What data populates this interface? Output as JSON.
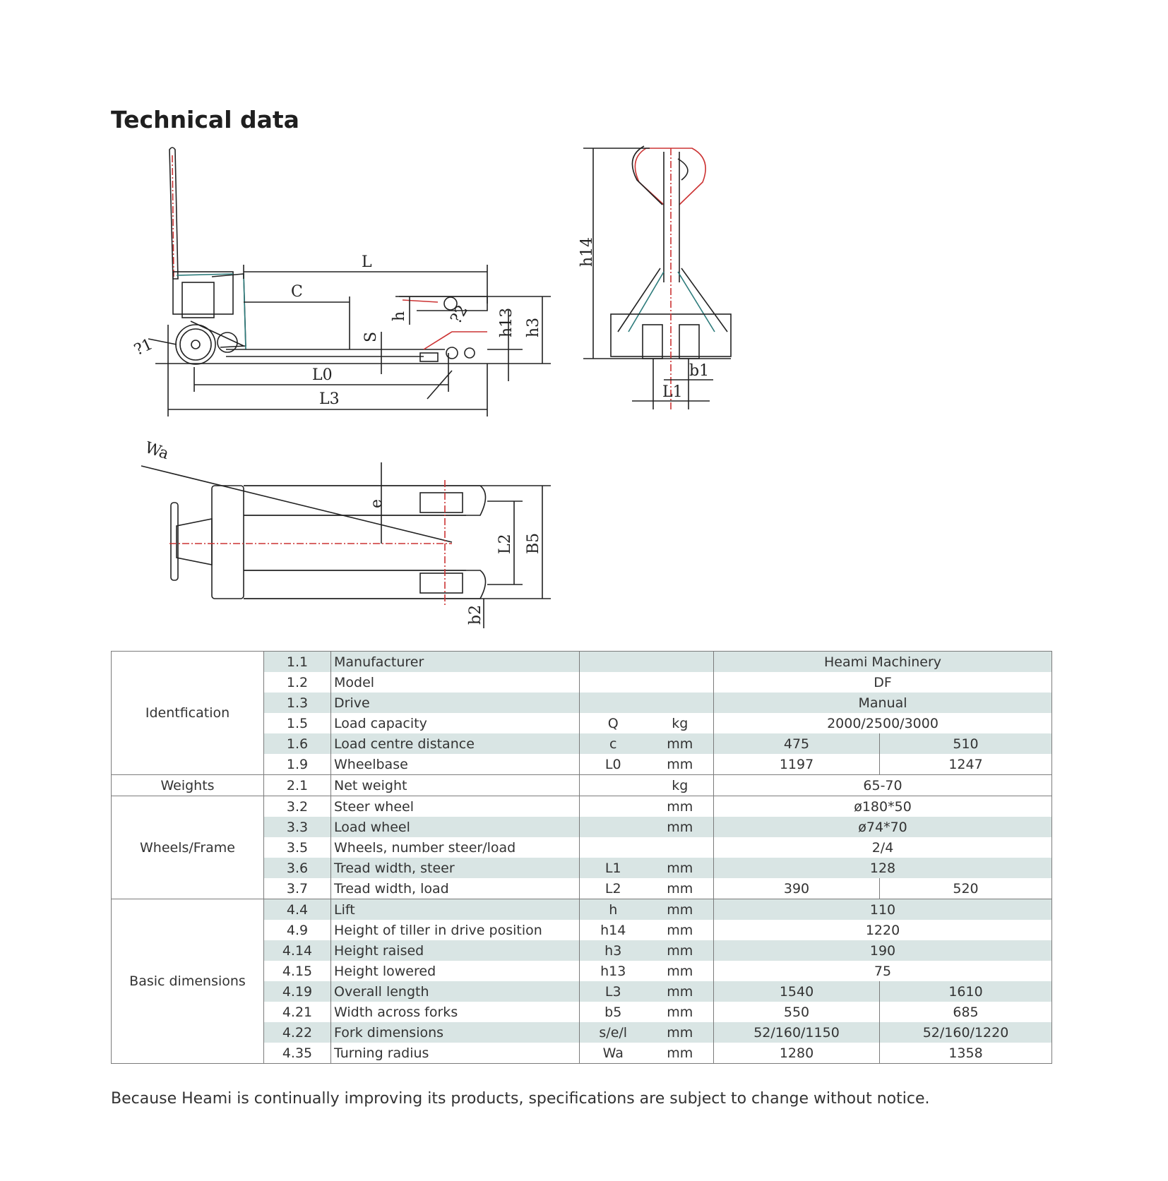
{
  "title": "Technical data",
  "diagram_labels": {
    "side": [
      "L",
      "C",
      "?1",
      "S",
      "h",
      "?2",
      "h13",
      "h3",
      "L0",
      "L3"
    ],
    "front": [
      "h14",
      "b1",
      "L1"
    ],
    "top": [
      "Wa",
      "e",
      "L2",
      "B5",
      "b2"
    ]
  },
  "groups": [
    "Identfication",
    "Weights",
    "Wheels/Frame",
    "Basic dimensions"
  ],
  "rows": [
    {
      "no": "1.1",
      "param": "Manufacturer",
      "sym": "",
      "unit": "",
      "v1": "Heami Machinery",
      "v2": ""
    },
    {
      "no": "1.2",
      "param": "Model",
      "sym": "",
      "unit": "",
      "v1": "DF",
      "v2": ""
    },
    {
      "no": "1.3",
      "param": "Drive",
      "sym": "",
      "unit": "",
      "v1": "Manual",
      "v2": ""
    },
    {
      "no": "1.5",
      "param": "Load capacity",
      "sym": "Q",
      "unit": "kg",
      "v1": "2000/2500/3000",
      "v2": ""
    },
    {
      "no": "1.6",
      "param": "Load centre distance",
      "sym": "c",
      "unit": "mm",
      "v1": "475",
      "v2": "510"
    },
    {
      "no": "1.9",
      "param": "Wheelbase",
      "sym": "L0",
      "unit": "mm",
      "v1": "1197",
      "v2": "1247"
    },
    {
      "no": "2.1",
      "param": "Net weight",
      "sym": "",
      "unit": "kg",
      "v1": "65-70",
      "v2": ""
    },
    {
      "no": "3.2",
      "param": "Steer wheel",
      "sym": "",
      "unit": "mm",
      "v1": "ø180*50",
      "v2": ""
    },
    {
      "no": "3.3",
      "param": "Load wheel",
      "sym": "",
      "unit": "mm",
      "v1": "ø74*70",
      "v2": ""
    },
    {
      "no": "3.5",
      "param": "Wheels, number steer/load",
      "sym": "",
      "unit": "",
      "v1": "2/4",
      "v2": ""
    },
    {
      "no": "3.6",
      "param": "Tread width, steer",
      "sym": "L1",
      "unit": "mm",
      "v1": "128",
      "v2": ""
    },
    {
      "no": "3.7",
      "param": "Tread width, load",
      "sym": "L2",
      "unit": "mm",
      "v1": "390",
      "v2": "520"
    },
    {
      "no": "4.4",
      "param": "Lift",
      "sym": "h",
      "unit": "mm",
      "v1": "110",
      "v2": ""
    },
    {
      "no": "4.9",
      "param": "Height of tiller in drive position",
      "sym": "h14",
      "unit": "mm",
      "v1": "1220",
      "v2": ""
    },
    {
      "no": "4.14",
      "param": "Height raised",
      "sym": "h3",
      "unit": "mm",
      "v1": "190",
      "v2": ""
    },
    {
      "no": "4.15",
      "param": "Height lowered",
      "sym": "h13",
      "unit": "mm",
      "v1": "75",
      "v2": ""
    },
    {
      "no": "4.19",
      "param": "Overall length",
      "sym": "L3",
      "unit": "mm",
      "v1": "1540",
      "v2": "1610"
    },
    {
      "no": "4.21",
      "param": "Width across forks",
      "sym": "b5",
      "unit": "mm",
      "v1": "550",
      "v2": "685"
    },
    {
      "no": "4.22",
      "param": "Fork dimensions",
      "sym": "s/e/l",
      "unit": "mm",
      "v1": "52/160/1150",
      "v2": "52/160/1220"
    },
    {
      "no": "4.35",
      "param": "Turning radius",
      "sym": "Wa",
      "unit": "mm",
      "v1": "1280",
      "v2": "1358"
    }
  ],
  "footnote": "Because Heami is continually improving its products, specifications are subject to change without notice."
}
